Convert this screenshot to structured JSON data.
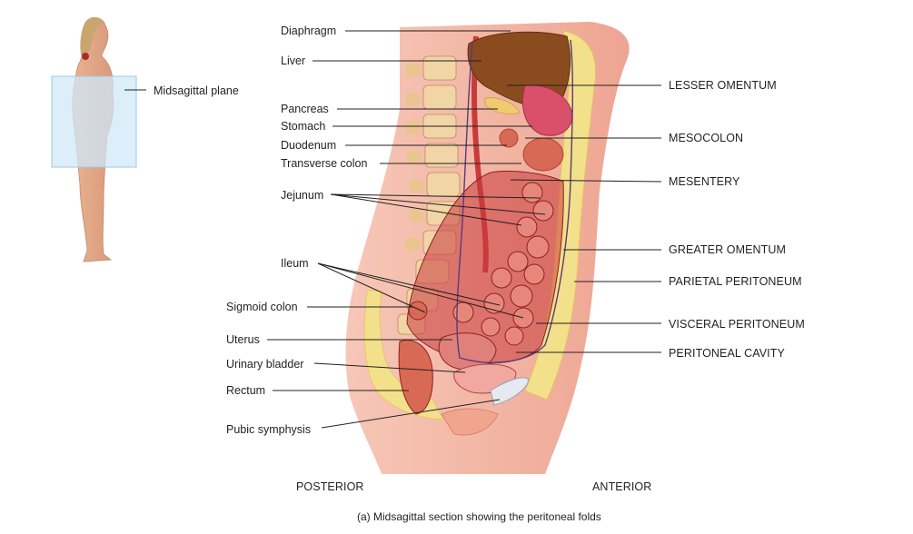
{
  "plane_label": "Midsagittal plane",
  "labels_left": {
    "diaphragm": "Diaphragm",
    "liver": "Liver",
    "pancreas": "Pancreas",
    "stomach": "Stomach",
    "duodenum": "Duodenum",
    "transverse_colon": "Transverse colon",
    "jejunum": "Jejunum",
    "ileum": "Ileum",
    "sigmoid_colon": "Sigmoid colon",
    "uterus": "Uterus",
    "urinary_bladder": "Urinary bladder",
    "rectum": "Rectum",
    "pubic_symphysis": "Pubic symphysis"
  },
  "labels_right": {
    "lesser_omentum": "LESSER OMENTUM",
    "mesocolon": "MESOCOLON",
    "mesentery": "MESENTERY",
    "greater_omentum": "GREATER OMENTUM",
    "parietal_peritoneum": "PARIETAL PERITONEUM",
    "visceral_peritoneum": "VISCERAL PERITONEUM",
    "peritoneal_cavity": "PERITONEAL CAVITY"
  },
  "orientation": {
    "posterior": "POSTERIOR",
    "anterior": "ANTERIOR"
  },
  "caption": "(a) Midsagittal section showing the peritoneal folds",
  "colors": {
    "skin": "#f4b5a4",
    "fat": "#f3e08a",
    "organ_red": "#c93a3c",
    "liver_brown": "#8a4b1f",
    "plane_blue": "#cfe8f8",
    "leader_line": "#231f20"
  }
}
